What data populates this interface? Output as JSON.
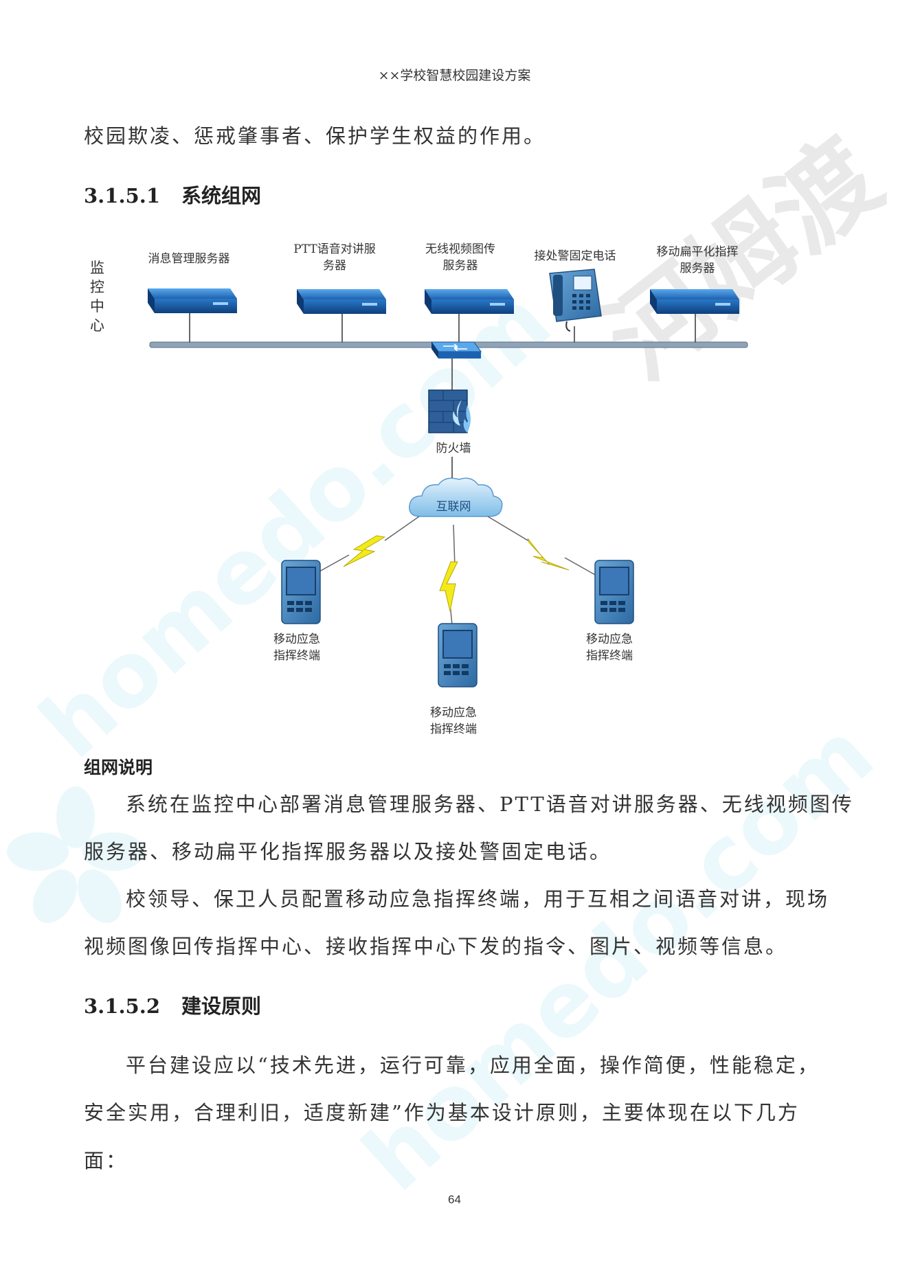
{
  "header": {
    "title": "××学校智慧校园建设方案"
  },
  "intro": {
    "line": "校园欺凌、惩戒肇事者、保护学生权益的作用。"
  },
  "section1": {
    "number": "3.1.5.1",
    "title": "系统组网"
  },
  "diagram": {
    "side_label": [
      "监",
      "控",
      "中",
      "心"
    ],
    "servers": [
      {
        "label": [
          "消息管理服务器"
        ]
      },
      {
        "label": [
          "PTT语音对讲服",
          "务器"
        ]
      },
      {
        "label": [
          "无线视频图传",
          "服务器"
        ]
      },
      {
        "label": [
          "接处警固定电话"
        ]
      },
      {
        "label": [
          "移动扁平化指挥",
          "服务器"
        ]
      }
    ],
    "firewall_label": "防火墙",
    "internet_label": "互联网",
    "terminals": [
      {
        "label": [
          "移动应急",
          "指挥终端"
        ]
      },
      {
        "label": [
          "移动应急",
          "指挥终端"
        ]
      },
      {
        "label": [
          "移动应急",
          "指挥终端"
        ]
      }
    ],
    "colors": {
      "device_blue": "#1f6fbf",
      "bus": "#8fa3b8",
      "bolt": "#f2ea1a"
    }
  },
  "network_desc": {
    "title": "组网说明",
    "para1": [
      "系统在监控中心部署消息管理服务器、PTT语音对讲服务器、无线视频图传",
      "服务器、移动扁平化指挥服务器以及接处警固定电话。"
    ],
    "para2": [
      "校领导、保卫人员配置移动应急指挥终端，用于互相之间语音对讲，现场",
      "视频图像回传指挥中心、接收指挥中心下发的指令、图片、视频等信息。"
    ]
  },
  "section2": {
    "number": "3.1.5.2",
    "title": "建设原则",
    "para": [
      "平台建设应以“技术先进，运行可靠，应用全面，操作简便，性能稳定，",
      "安全实用，合理利旧，适度新建”作为基本设计原则，主要体现在以下几方",
      "面："
    ]
  },
  "watermark": {
    "gray_text": "河姆渡",
    "cyan_text": "homedo.com"
  },
  "page": {
    "number": "64"
  }
}
